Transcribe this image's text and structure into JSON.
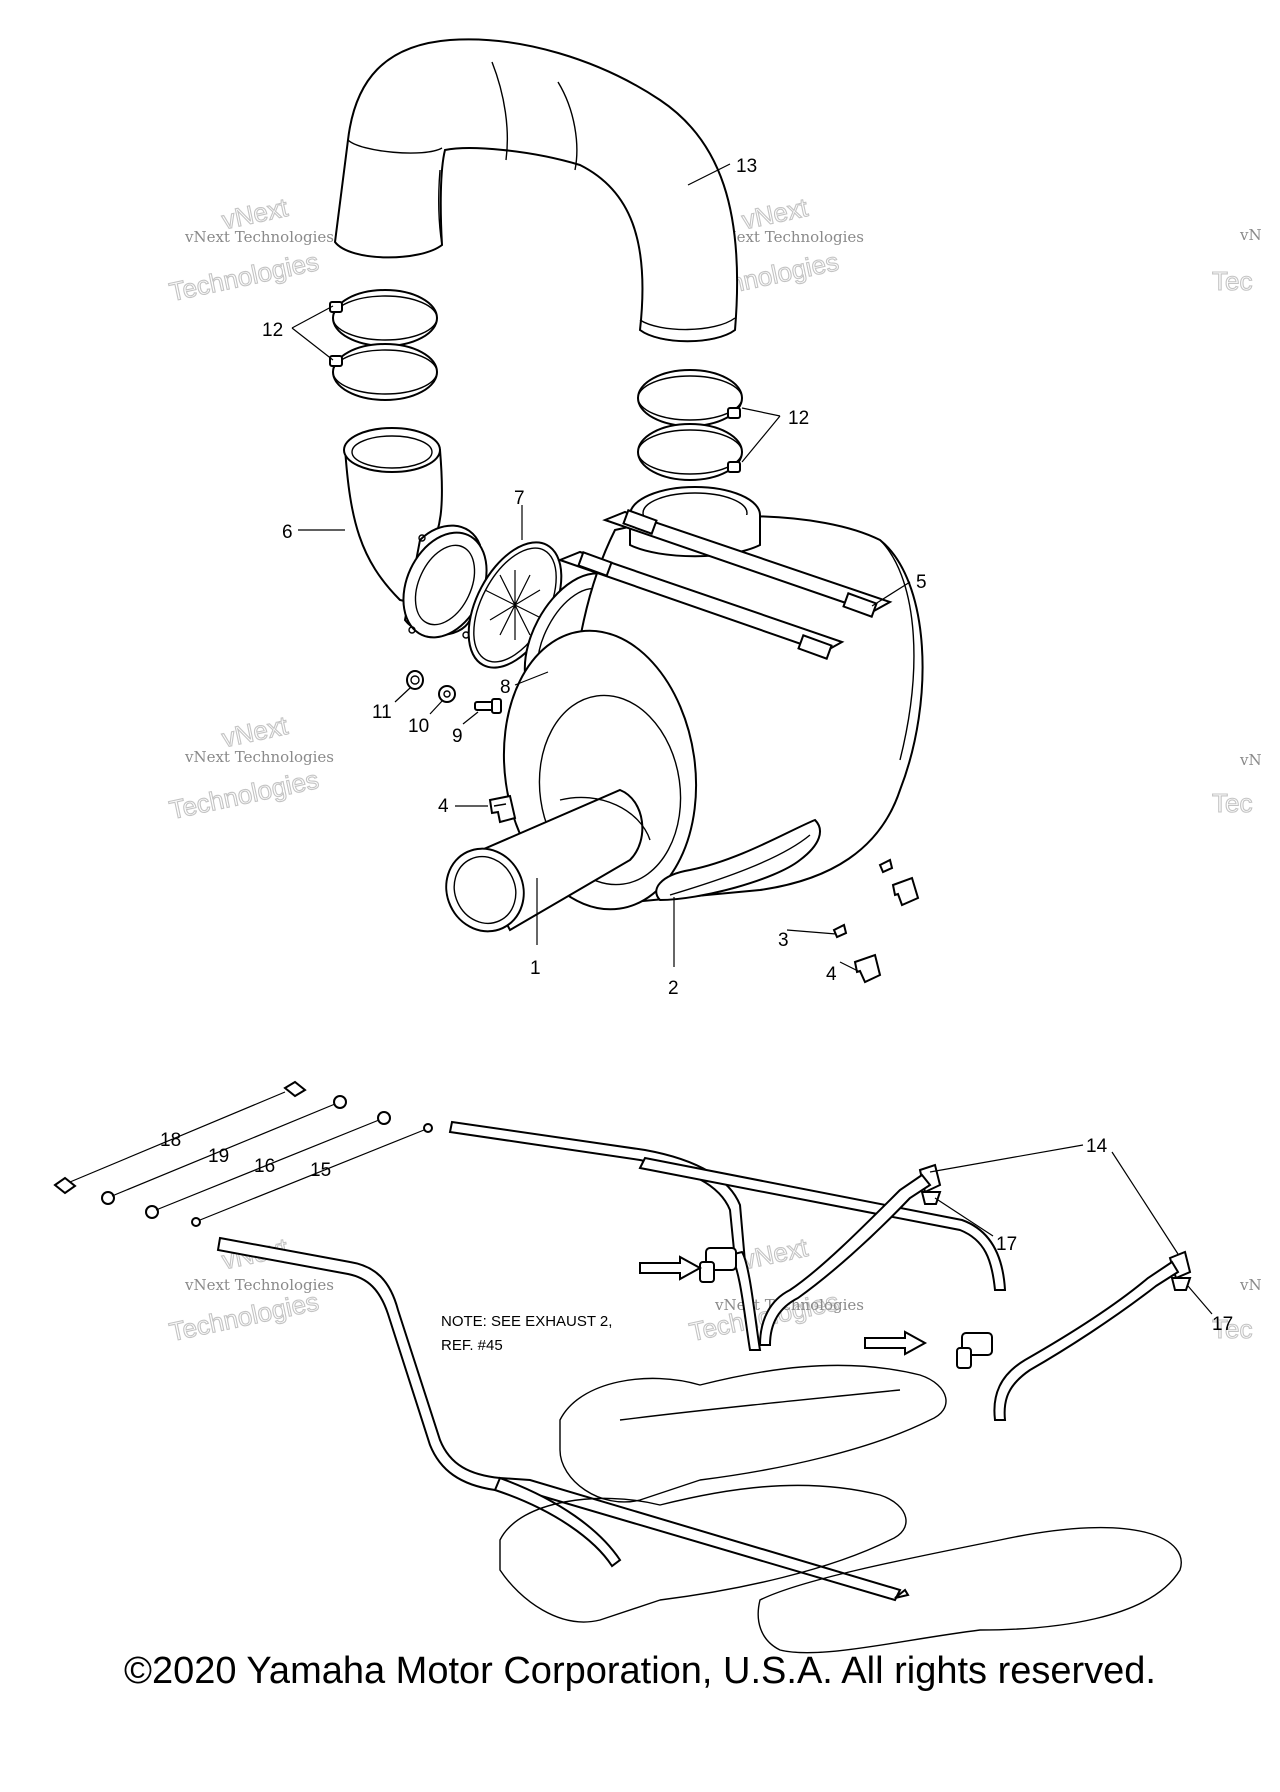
{
  "callouts": {
    "c1": "1",
    "c2": "2",
    "c3": "3",
    "c4a": "4",
    "c4b": "4",
    "c5": "5",
    "c6": "6",
    "c7": "7",
    "c8": "8",
    "c9": "9",
    "c10": "10",
    "c11": "11",
    "c12a": "12",
    "c12b": "12",
    "c13": "13",
    "c14": "14",
    "c15": "15",
    "c16": "16",
    "c17a": "17",
    "c17b": "17",
    "c18": "18",
    "c19": "19"
  },
  "note": {
    "line1": "NOTE: SEE EXHAUST 2,",
    "line2": "REF. #45"
  },
  "watermark": {
    "small": "vNext Technologies",
    "big_top": "vNext",
    "big_bottom": "Technologies",
    "partial_small": "vN",
    "partial_big": "Tec"
  },
  "copyright": "©2020 Yamaha Motor Corporation, U.S.A. All rights reserved."
}
